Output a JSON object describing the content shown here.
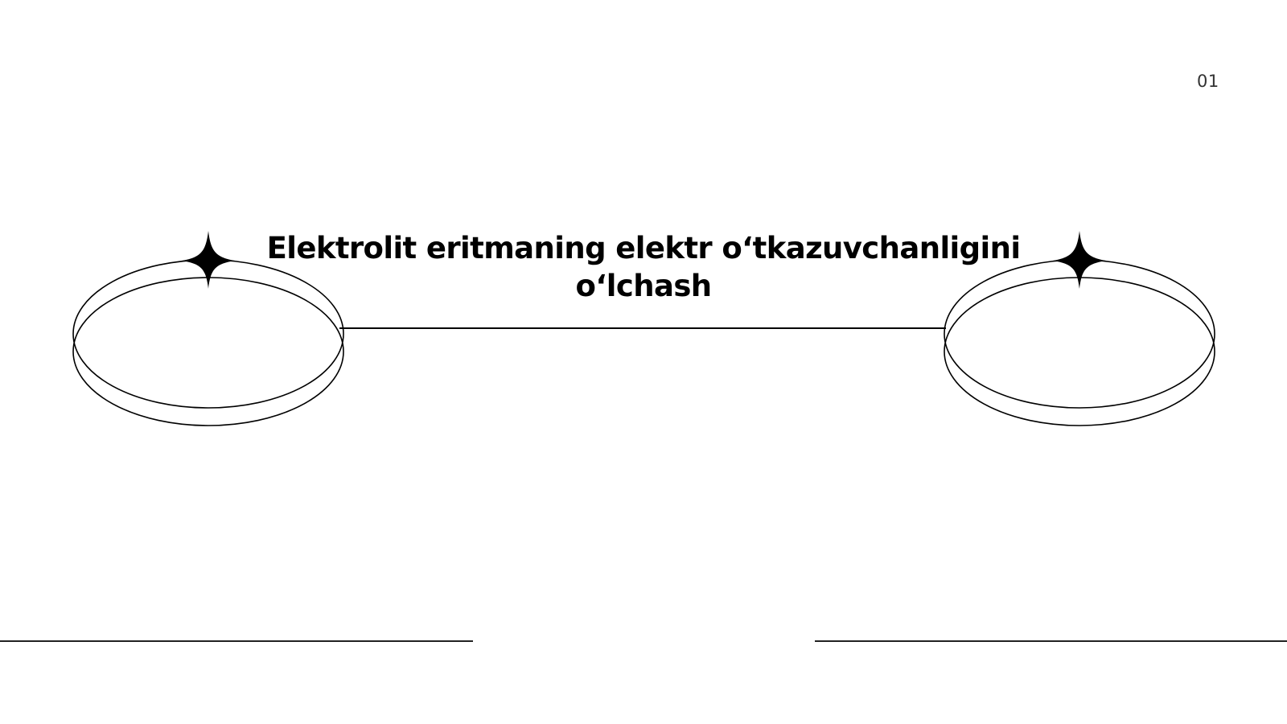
{
  "slide": {
    "page_number": "01",
    "title": "Elektrolit eritmaning elektr o‘tkazuvchanligini o‘lchash",
    "title_lines": [
      "Elektrolit eritmaning elektr o‘tkazuvchanligini",
      "o‘lchash"
    ]
  },
  "colors": {
    "background": "#ffffff",
    "ink": "#000000",
    "page_number": "#333333"
  },
  "decorations": {
    "left_ring_icon": "double-ellipse-with-star",
    "right_ring_icon": "double-ellipse-with-star",
    "star_icon": "four-point-sparkle"
  }
}
